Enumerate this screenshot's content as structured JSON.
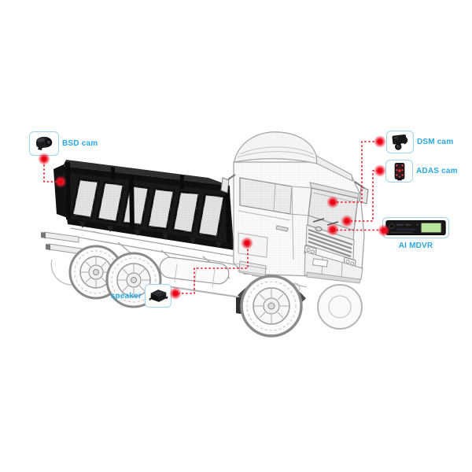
{
  "diagram": {
    "type": "product-installation-diagram",
    "subject": "wireframe dump truck with AI dashcam system components",
    "colors": {
      "label_text": "#29a9e1",
      "callout_border": "#9fd3ef",
      "connector_red": "#e8192c",
      "marker_core": "#e60012",
      "mdvr_screen": "#b9e69e"
    },
    "callouts": [
      {
        "id": "bsd-cam",
        "label": "BSD cam",
        "icon": "side-mount-camera"
      },
      {
        "id": "dsm-cam",
        "label": "DSM cam",
        "icon": "driver-monitoring-camera"
      },
      {
        "id": "adas-cam",
        "label": "ADAS cam",
        "icon": "forward-adas-camera"
      },
      {
        "id": "ai-mdvr",
        "label": "AI MDVR",
        "icon": "mobile-dvr-recorder"
      },
      {
        "id": "speaker",
        "label": "speaker",
        "icon": "alarm-speaker-box"
      }
    ]
  }
}
